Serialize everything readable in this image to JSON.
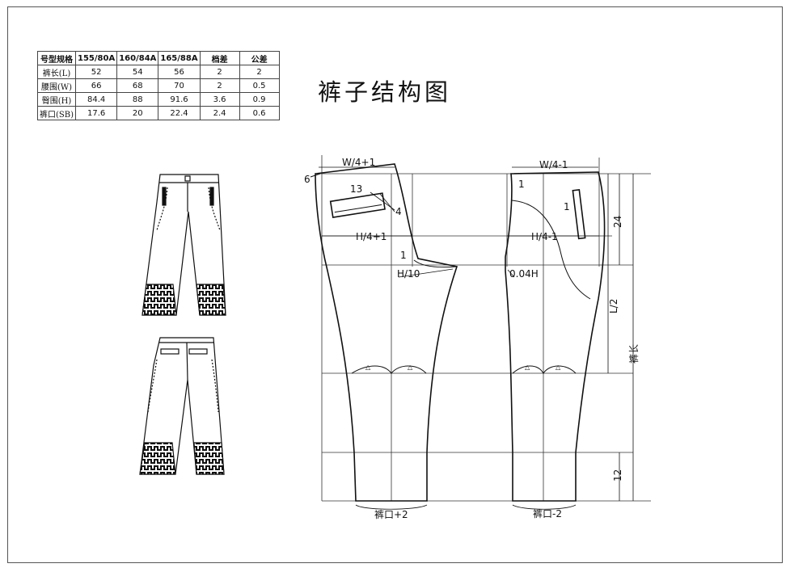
{
  "title": "裤子结构图",
  "spec_table": {
    "headers": [
      "号型规格",
      "155/80A",
      "160/84A",
      "165/88A",
      "档差",
      "公差"
    ],
    "rows": [
      [
        "裤长(L)",
        "52",
        "54",
        "56",
        "2",
        "2"
      ],
      [
        "腰围(W)",
        "66",
        "68",
        "70",
        "2",
        "0.5"
      ],
      [
        "臀围(H)",
        "84.4",
        "88",
        "91.6",
        "3.6",
        "0.9"
      ],
      [
        "裤口(SB)",
        "17.6",
        "20",
        "22.4",
        "2.4",
        "0.6"
      ]
    ]
  },
  "labels": {
    "front_waist": "W/4+1",
    "back_waist": "W/4-1",
    "front_hip": "H/4+1",
    "back_hip": "H/4-1",
    "front_crotch": "H/10",
    "back_crotch": "0.04H",
    "front_hem": "裤口+2",
    "back_hem": "裤口-2",
    "rise_depth": "24",
    "knee_line": "L/2",
    "length": "裤长",
    "hem_band": "12",
    "dart_front": "6",
    "pocket_width": "13",
    "pocket_depth": "4",
    "offset_front": "1",
    "offset_back_top": "1",
    "offset_back_pocket": "1",
    "knee_mark": "△"
  },
  "colors": {
    "line": "#111111",
    "frame": "#555555",
    "fill": "#ffffff"
  }
}
